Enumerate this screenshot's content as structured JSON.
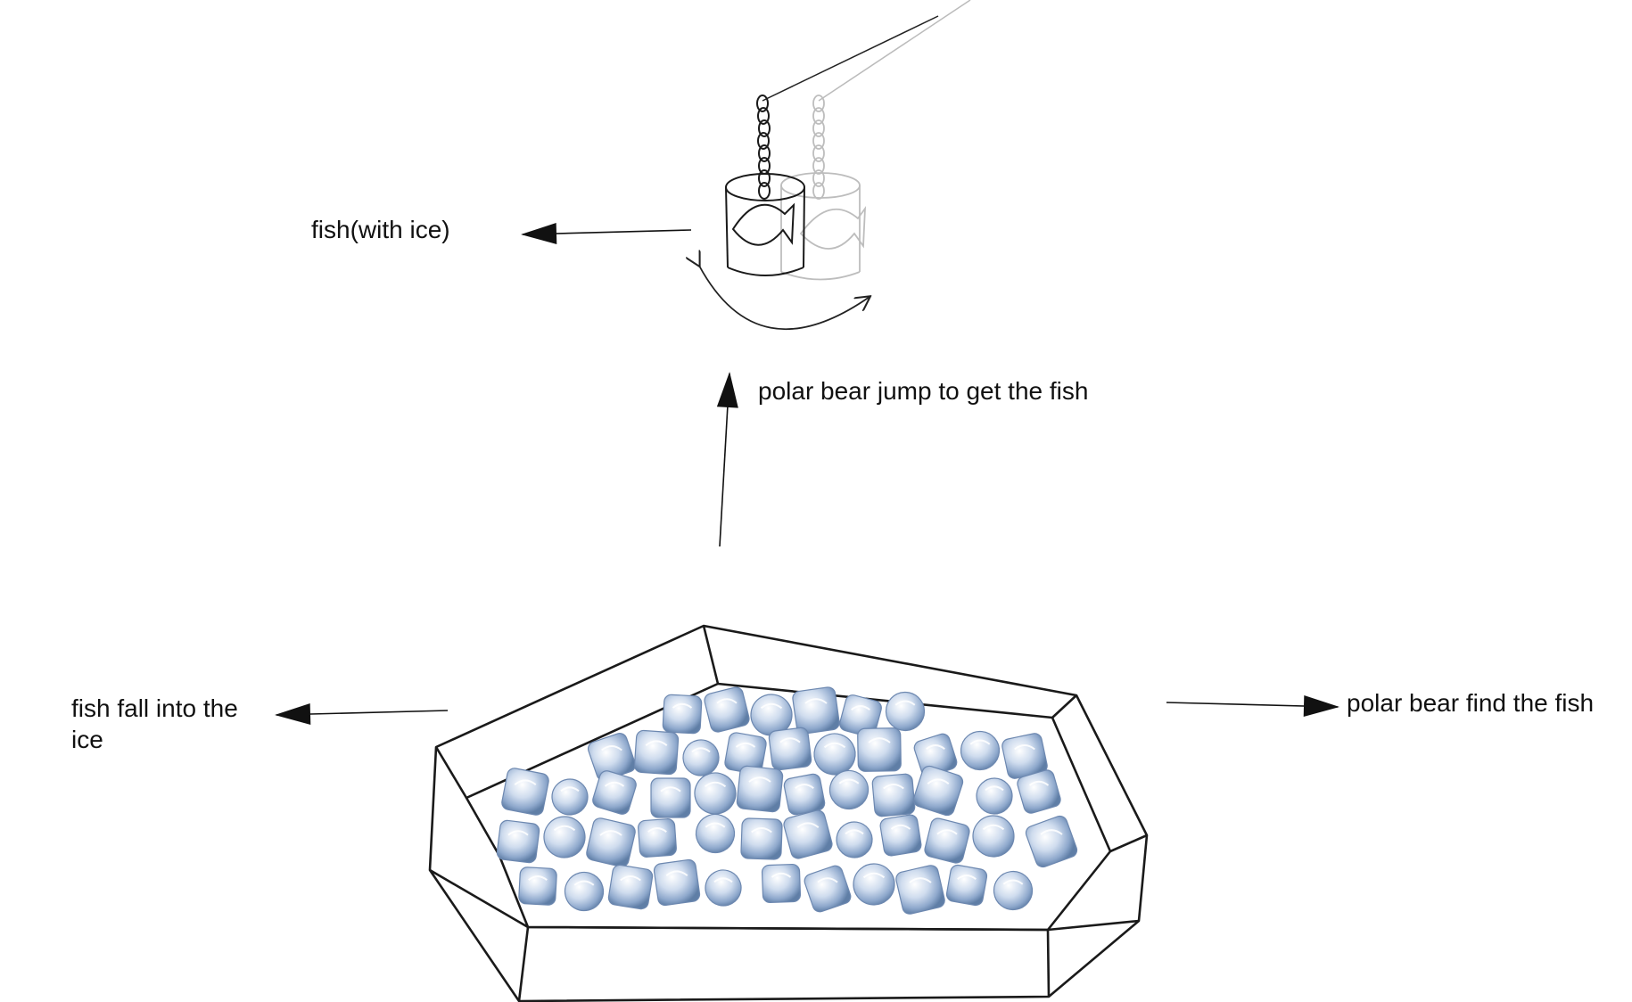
{
  "labels": {
    "fish_with_ice": "fish(with ice)",
    "jump": "polar bear jump to get the fish",
    "fall": "fish fall into the ice",
    "find": "polar bear find the fish"
  },
  "colors": {
    "line": "#1a1a1a",
    "ghost": "#bdbdbd",
    "ice_light": "#e8f0fa",
    "ice_mid": "#a9bfdc",
    "ice_dark": "#5f7ea6"
  }
}
